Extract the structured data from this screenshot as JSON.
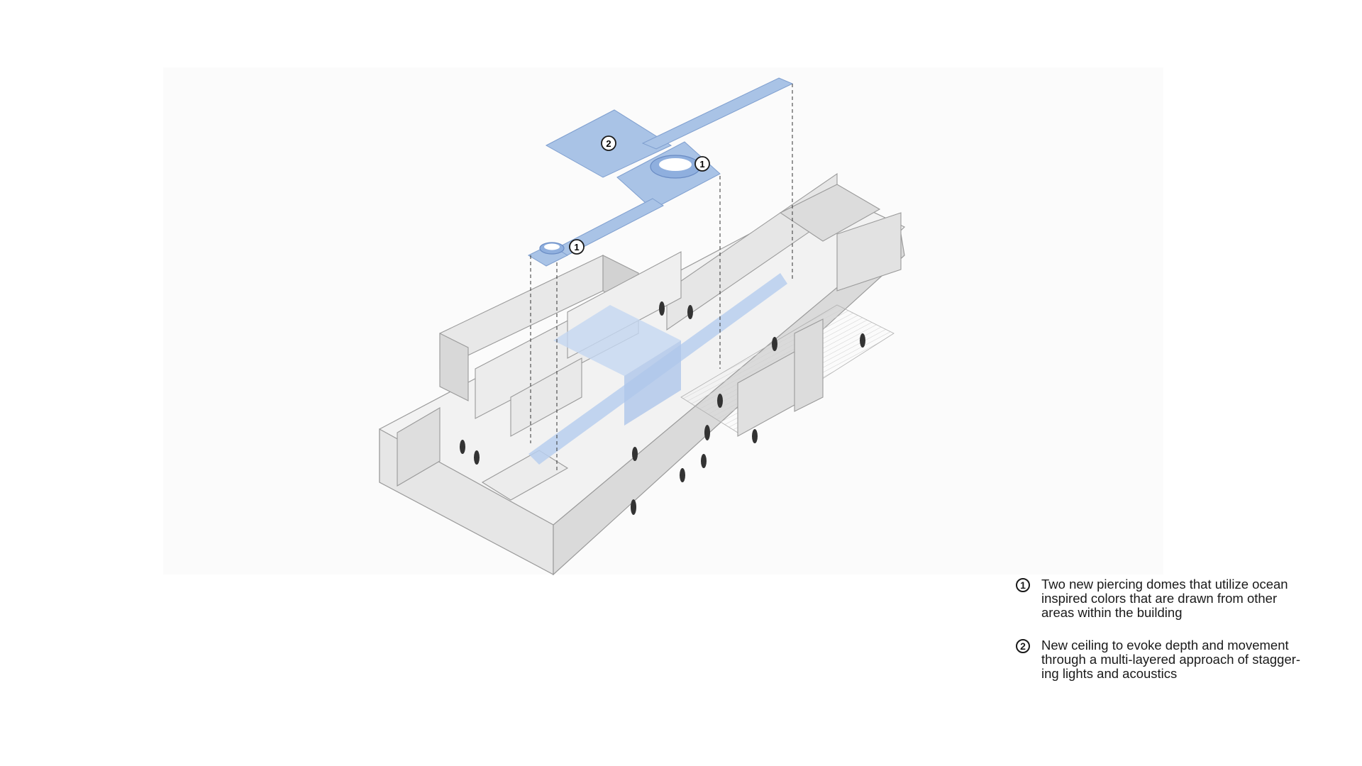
{
  "diagram": {
    "markers": [
      {
        "id": "marker-dome-large",
        "label": "1"
      },
      {
        "id": "marker-dome-small",
        "label": "1"
      },
      {
        "id": "marker-ceiling",
        "label": "2"
      }
    ]
  },
  "legend": {
    "items": [
      {
        "number": "1",
        "lines": [
          "Two new piercing domes that utilize ocean",
          "inspired colors that are drawn from other",
          "areas within the building"
        ]
      },
      {
        "number": "2",
        "lines": [
          "New ceiling to evoke depth and movement",
          "through a multi-layered approach of stagger-",
          "ing lights and acoustics"
        ]
      }
    ]
  },
  "colors": {
    "accent_blue": "#a9c3e6",
    "accent_blue_dark": "#7f9fcf",
    "wall": "#e4e4e4",
    "wall_shade": "#cfcfcf",
    "line": "#8a8a8a",
    "text": "#1a1a1a"
  }
}
